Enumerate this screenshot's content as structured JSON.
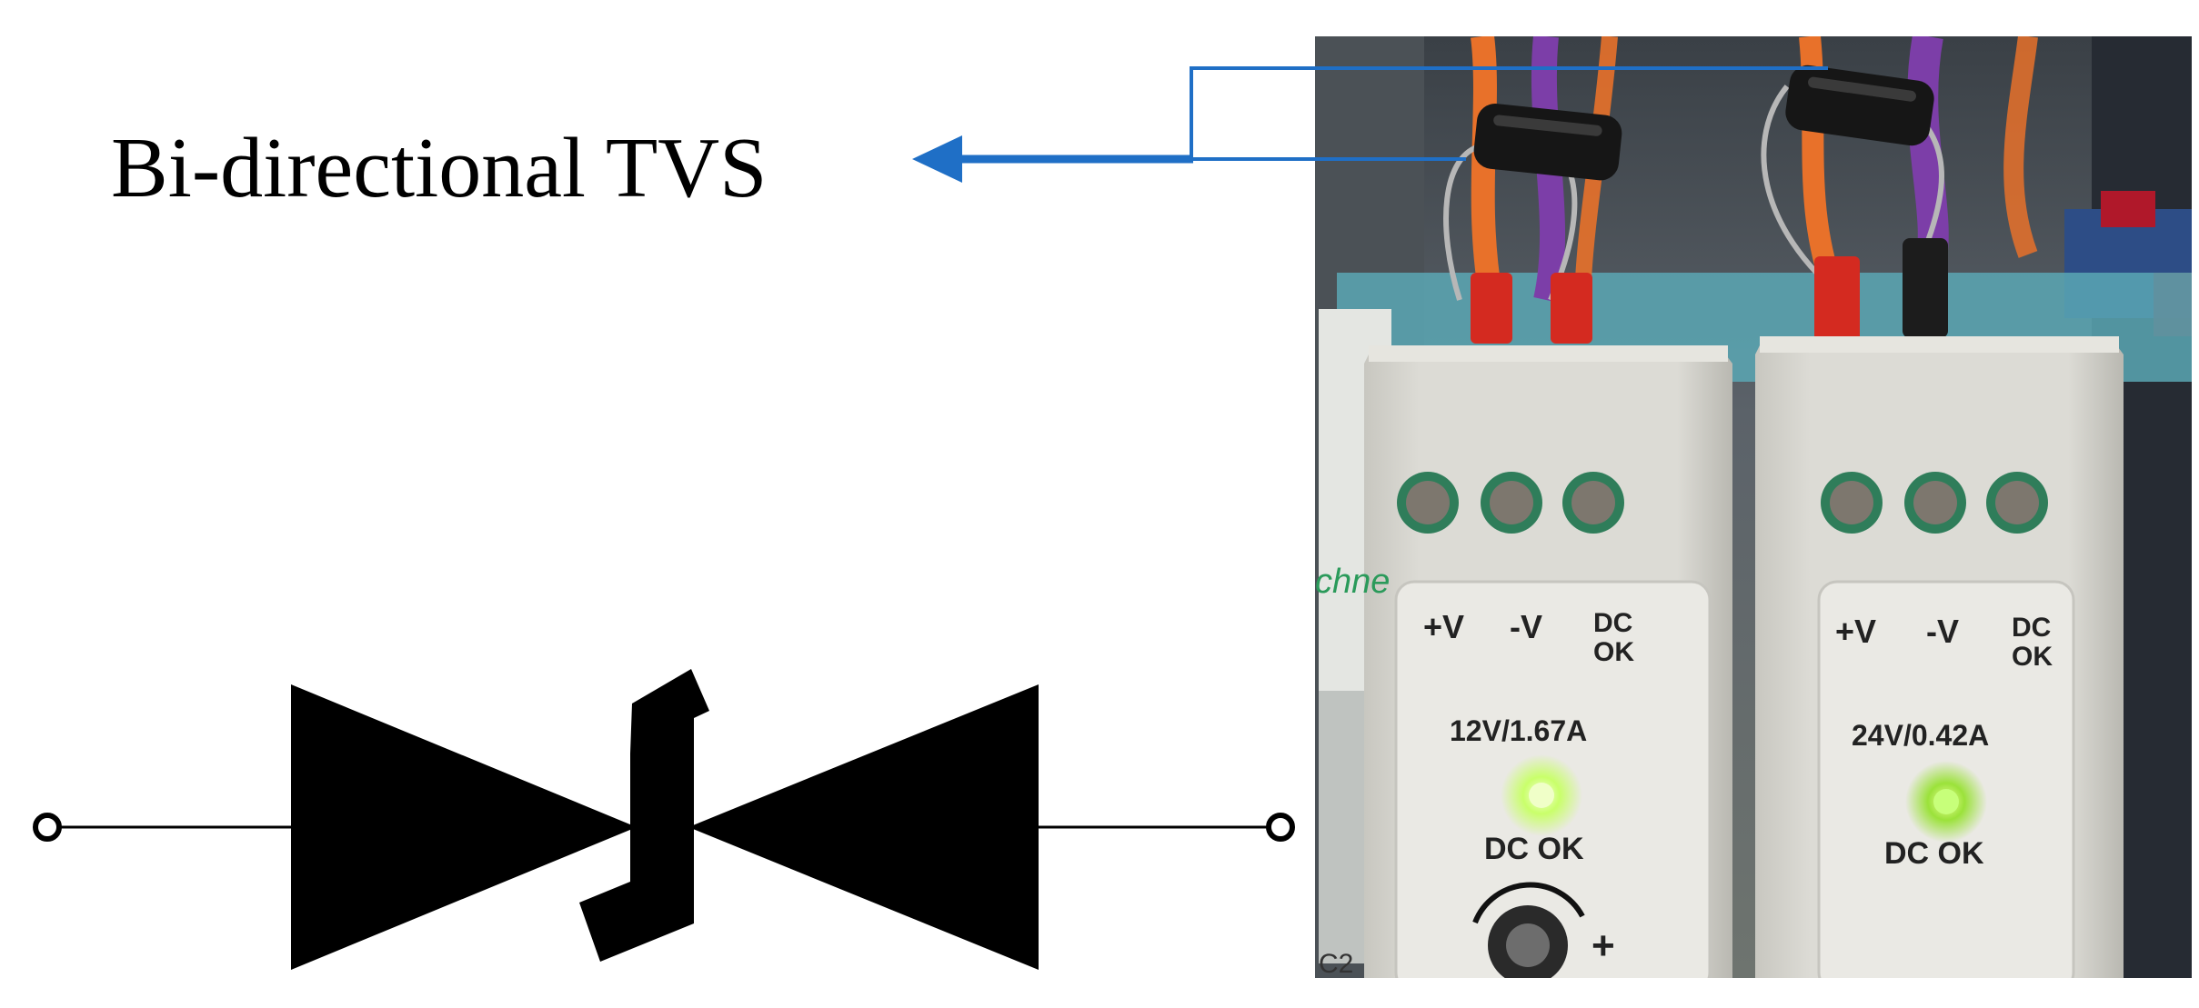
{
  "diagram": {
    "title": "Bi-directional TVS",
    "colors": {
      "annotation_line": "#1f6fc6",
      "symbol_fill": "#000000",
      "wire": "#000000",
      "background": "#ffffff"
    },
    "symbol": {
      "type": "bidirectional-tvs-diode",
      "icon": "tvs-diode-symbol-icon"
    }
  },
  "photo": {
    "left_module": {
      "labels": [
        "+V",
        "-V",
        "DC",
        "OK"
      ],
      "rating": "12V/1.67A",
      "status_text": "DC OK",
      "plus_sign": "+"
    },
    "right_module": {
      "labels": [
        "+V",
        "-V",
        "DC",
        "OK"
      ],
      "rating": "24V/0.42A",
      "status_text": "DC OK"
    },
    "fragments": {
      "brand_fragment": "chne",
      "code_fragment": "C2"
    },
    "colors": {
      "led": "#c9ff6a",
      "terminal_red": "#d42a20",
      "wire_orange": "#e8712a",
      "wire_purple": "#7c3ea8",
      "housing": "#d9d8d2",
      "inner_panel": "#e9e8e3"
    }
  }
}
